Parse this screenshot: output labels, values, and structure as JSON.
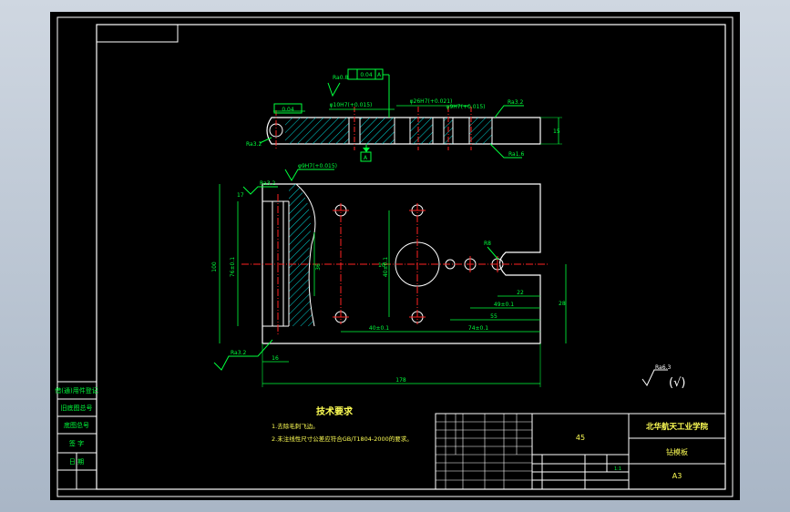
{
  "colors": {
    "background": "#000000",
    "frame": "#ffffff",
    "outline": "#ffffff",
    "dimension": "#00ff3c",
    "centerline": "#ff2222",
    "hatch": "#00d7d7",
    "text_green": "#00ff3c",
    "text_yellow": "#ffff55",
    "window": "#b0bccb"
  },
  "title_block": {
    "school": "北华航天工业学院",
    "part_name": "钻模板",
    "material": "45",
    "paper_size": "A3",
    "scale": "1:1"
  },
  "left_strip": [
    "底图总号",
    "签  字",
    "日  期",
    "借(通)用件登记",
    "旧底图总号"
  ],
  "tech_requirements": {
    "title": "技术要求",
    "items": [
      "1.去除毛刺飞边。",
      "2.未注线性尺寸公差应符合GB/T1804-2000的要求。"
    ]
  },
  "dimensions": {
    "overall_length": "178",
    "overall_height": "100",
    "inner_height": "76±0.1",
    "d40": "40±0.1",
    "d74": "74±0.1",
    "d49": "49±0.1",
    "d55": "55",
    "d22": "22",
    "d28": "28",
    "d16": "16",
    "d17": "17",
    "d36": "36",
    "d10": "10",
    "r8": "R8",
    "thickness": "15"
  },
  "annotations": {
    "ra32": "Ra3.2",
    "ra16": "Ra1.6",
    "ra08": "Ra0.8",
    "flatness": "0.04",
    "parallel": "0.04",
    "datum": "A",
    "fit1": "φ10H7(+0.015)",
    "fit2": "φ26H7(+0.021)",
    "fit3": "φ9H7(+0.015)",
    "roughness_symbol": "Ra6.3",
    "roughness_paren": "(√)"
  }
}
